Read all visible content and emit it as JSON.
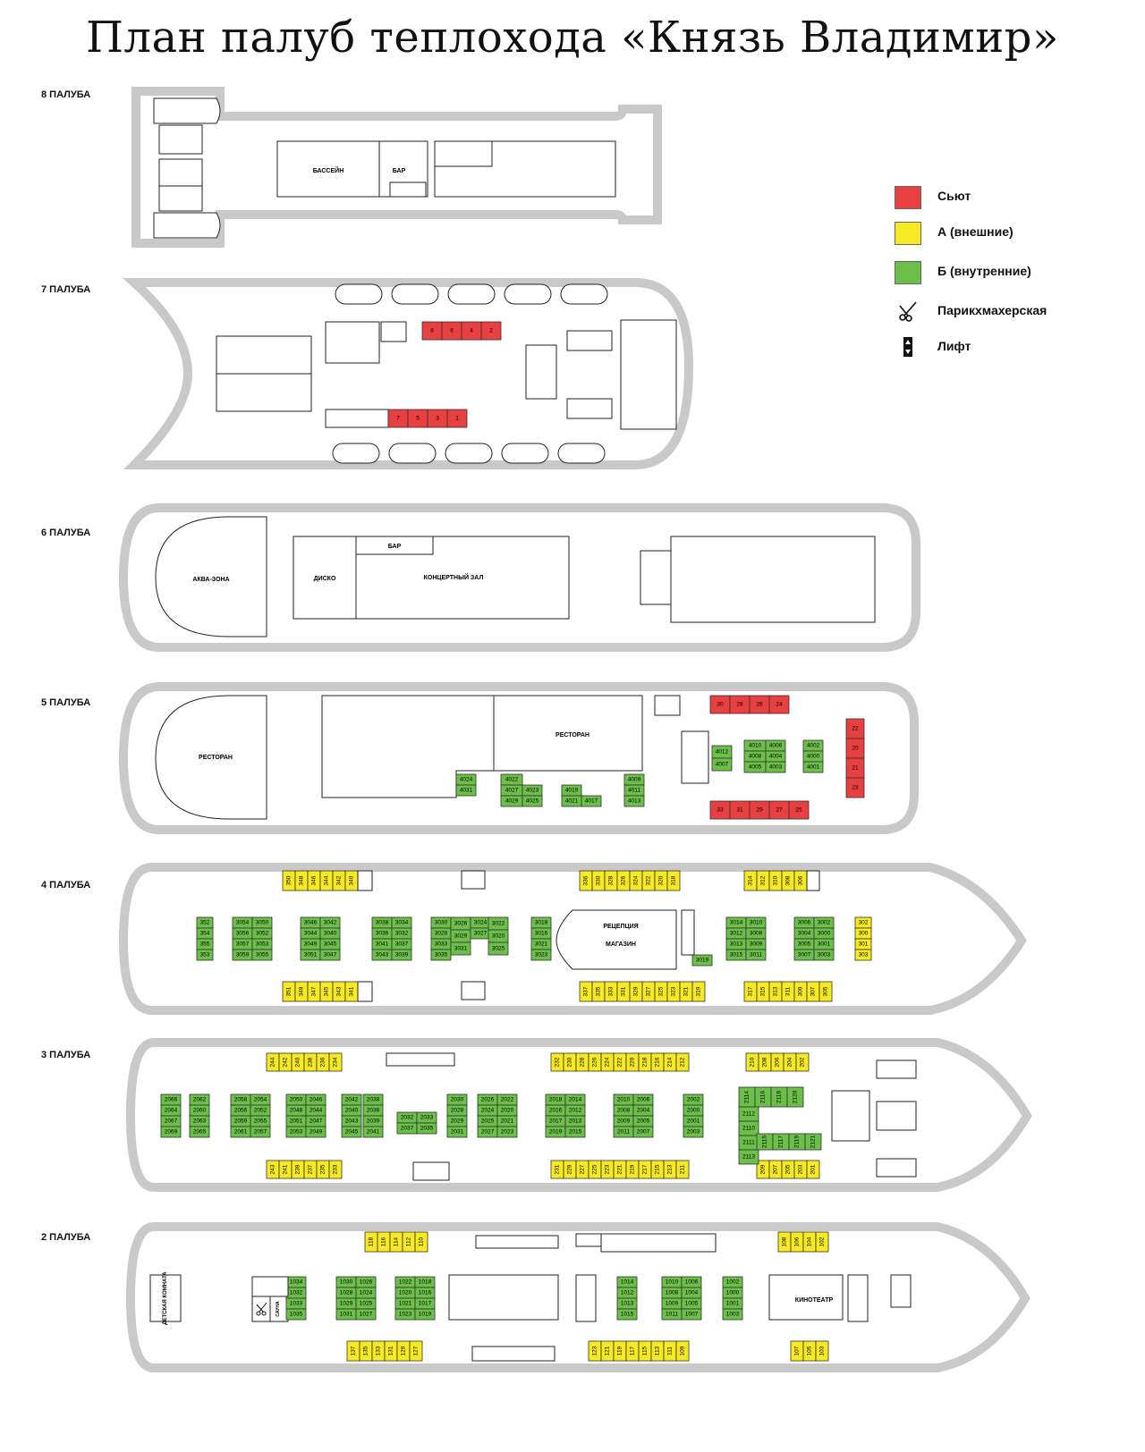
{
  "title": "План палуб теплохода «Князь Владимир»",
  "colors": {
    "suite": "#e84040",
    "ext": "#f7ea22",
    "int": "#6cc04a",
    "hull": "#c9c9c9",
    "line": "#222222"
  },
  "legend": {
    "suite": "Сьют",
    "ext": "А (внешние)",
    "int": "Б (внутренние)",
    "barber": "Парикхмахерская",
    "lift": "Лифт",
    "icons": {
      "barber": "scissors-icon",
      "lift": "lift-icon"
    }
  },
  "decks": {
    "d8": {
      "label": "8 ПАЛУБА",
      "rooms": [
        {
          "t": "БАССЕЙН"
        },
        {
          "t": "БАР"
        }
      ]
    },
    "d7": {
      "label": "7 ПАЛУБА",
      "top": [
        "8",
        "6",
        "4",
        "2"
      ],
      "bottom": [
        "7",
        "5",
        "3",
        "1"
      ]
    },
    "d6": {
      "label": "6 ПАЛУБА",
      "rooms": [
        {
          "t": "АКВА-ЗОНА"
        },
        {
          "t": "ДИСКО"
        },
        {
          "t": "КОНЦЕРТНЫЙ ЗАЛ"
        },
        {
          "t": "БАР"
        }
      ]
    },
    "d5": {
      "label": "5 ПАЛУБА",
      "rooms": [
        {
          "t": "РЕСТОРАН"
        },
        {
          "t": "РЕСТОРАН"
        }
      ],
      "suitesTop": [
        "30",
        "28",
        "26",
        "24"
      ],
      "suitesBottom": [
        "33",
        "31",
        "29",
        "27",
        "25"
      ],
      "suitesSide": [
        "22",
        "20",
        "21",
        "23"
      ],
      "g1": [
        "4024",
        "4031"
      ],
      "g2": [
        "4022",
        "4027",
        "4029"
      ],
      "g3": [
        "4023",
        "4025"
      ],
      "g4": [
        "4019",
        "4021"
      ],
      "g5": [
        "4017"
      ],
      "g6": [
        "4009",
        "4011",
        "4013"
      ],
      "g7": [
        "4012",
        "4007"
      ],
      "g8": [
        "4010",
        "4008",
        "4005"
      ],
      "g9": [
        "4006",
        "4004",
        "4003"
      ],
      "g10": [
        "4002",
        "4000",
        "4001"
      ]
    },
    "d4": {
      "label": "4 ПАЛУБА",
      "rooms": [
        {
          "t": "РЕЦЕПЦИЯ"
        },
        {
          "t": "МАГАЗИН"
        }
      ],
      "topA": [
        "350",
        "348",
        "346",
        "344",
        "342",
        "340"
      ],
      "topB": [
        "336",
        "330",
        "328",
        "326",
        "324",
        "322",
        "320",
        "318"
      ],
      "topC": [
        "314",
        "312",
        "310",
        "308",
        "306"
      ],
      "botA": [
        "351",
        "349",
        "347",
        "345",
        "343",
        "341"
      ],
      "botB": [
        "337",
        "335",
        "333",
        "331",
        "329",
        "327",
        "325",
        "323",
        "321",
        "319"
      ],
      "botC": [
        "317",
        "315",
        "313",
        "311",
        "309",
        "307",
        "305"
      ],
      "sideR": [
        "302",
        "300",
        "301",
        "303"
      ],
      "c1": [
        "352",
        "354",
        "355",
        "353"
      ],
      "c2": [
        "3054",
        "3056",
        "3057",
        "3059"
      ],
      "c3": [
        "3050",
        "3052",
        "3053",
        "3055"
      ],
      "c4": [
        "3046",
        "3044",
        "3049",
        "3051"
      ],
      "c5": [
        "3042",
        "3040",
        "3045",
        "3047"
      ],
      "c6": [
        "3038",
        "3036",
        "3041",
        "3043"
      ],
      "c7": [
        "3034",
        "3032",
        "3037",
        "3039"
      ],
      "c8": [
        "3030",
        "3028",
        "3033",
        "3035"
      ],
      "c9": [
        "3026",
        "3029",
        "3031"
      ],
      "c10": [
        "3024",
        "3027"
      ],
      "c11": [
        "3022",
        "3020",
        "3025"
      ],
      "c12": [
        "3018",
        "3016",
        "3021",
        "3023"
      ],
      "c13": [
        "3019"
      ],
      "c14": [
        "3014",
        "3012",
        "3013",
        "3015"
      ],
      "c15": [
        "3010",
        "3008",
        "3009",
        "3011"
      ],
      "c16": [
        "3006",
        "3004",
        "3005",
        "3007"
      ],
      "c17": [
        "3002",
        "3000",
        "3001",
        "3003"
      ]
    },
    "d3": {
      "label": "3 ПАЛУБА",
      "topA": [
        "244",
        "242",
        "240",
        "238",
        "236",
        "234"
      ],
      "topB": [
        "232",
        "230",
        "228",
        "226",
        "224",
        "222",
        "220",
        "218",
        "216",
        "214",
        "212"
      ],
      "topC": [
        "210",
        "208",
        "206",
        "204",
        "202"
      ],
      "botA": [
        "243",
        "241",
        "239",
        "237",
        "235",
        "233"
      ],
      "botB": [
        "231",
        "229",
        "227",
        "225",
        "223",
        "221",
        "219",
        "217",
        "215",
        "213",
        "211"
      ],
      "botC": [
        "209",
        "207",
        "205",
        "203",
        "201"
      ],
      "c1": [
        "2066",
        "2064",
        "2067",
        "2069"
      ],
      "c2": [
        "2062",
        "2060",
        "2063",
        "2065"
      ],
      "c3": [
        "2058",
        "2056",
        "2059",
        "2061"
      ],
      "c4": [
        "2054",
        "2052",
        "2055",
        "2057"
      ],
      "c5": [
        "2050",
        "2048",
        "2051",
        "2053"
      ],
      "c6": [
        "2046",
        "2044",
        "2047",
        "2049"
      ],
      "c7": [
        "2042",
        "2040",
        "2043",
        "2045"
      ],
      "c8": [
        "2038",
        "2036",
        "2039",
        "2041"
      ],
      "c9": [
        "2032",
        "2037"
      ],
      "c10": [
        "2033",
        "2035"
      ],
      "c11": [
        "2030",
        "2028",
        "2029",
        "2031"
      ],
      "c12": [
        "2026",
        "2024",
        "2025",
        "2027"
      ],
      "c13": [
        "2022",
        "2020",
        "2021",
        "2023"
      ],
      "c14": [
        "2018",
        "2016",
        "2017",
        "2019"
      ],
      "c15": [
        "2014",
        "2012",
        "2013",
        "2015"
      ],
      "c16": [
        "2010",
        "2008",
        "2009",
        "2011"
      ],
      "c17": [
        "2006",
        "2004",
        "2005",
        "2007"
      ],
      "c18": [
        "2002",
        "2000",
        "2001",
        "2003"
      ],
      "c19": [
        "2114",
        "2116",
        "2118",
        "2120"
      ],
      "c20": [
        "2112",
        "2110",
        "2111",
        "2113"
      ],
      "c21": [
        "2115",
        "2117",
        "2119",
        "2121"
      ]
    },
    "d2": {
      "label": "2 ПАЛУБА",
      "rooms": [
        {
          "t": "ДЕТСКАЯ КОМНАТА"
        },
        {
          "t": "КИНОТЕАТР"
        },
        {
          "t": "САУНА"
        }
      ],
      "topA": [
        "118",
        "116",
        "114",
        "112",
        "110"
      ],
      "topB": [
        "108",
        "106",
        "104",
        "102"
      ],
      "botA": [
        "137",
        "135",
        "133",
        "131",
        "129",
        "127"
      ],
      "botB": [
        "123",
        "121",
        "119",
        "117",
        "115",
        "113",
        "111",
        "109"
      ],
      "botC": [
        "107",
        "105",
        "103"
      ],
      "c1": [
        "1034",
        "1032",
        "1033",
        "1035"
      ],
      "c2": [
        "1030",
        "1028",
        "1029",
        "1031"
      ],
      "c3": [
        "1026",
        "1024",
        "1025",
        "1027"
      ],
      "c4": [
        "1022",
        "1020",
        "1021",
        "1023"
      ],
      "c5": [
        "1018",
        "1016",
        "1017",
        "1019"
      ],
      "c6": [
        "1014",
        "1012",
        "1013",
        "1015"
      ],
      "c7": [
        "1010",
        "1008",
        "1009",
        "1011"
      ],
      "c8": [
        "1006",
        "1004",
        "1005",
        "1007"
      ],
      "c9": [
        "1002",
        "1000",
        "1001",
        "1003"
      ]
    }
  }
}
